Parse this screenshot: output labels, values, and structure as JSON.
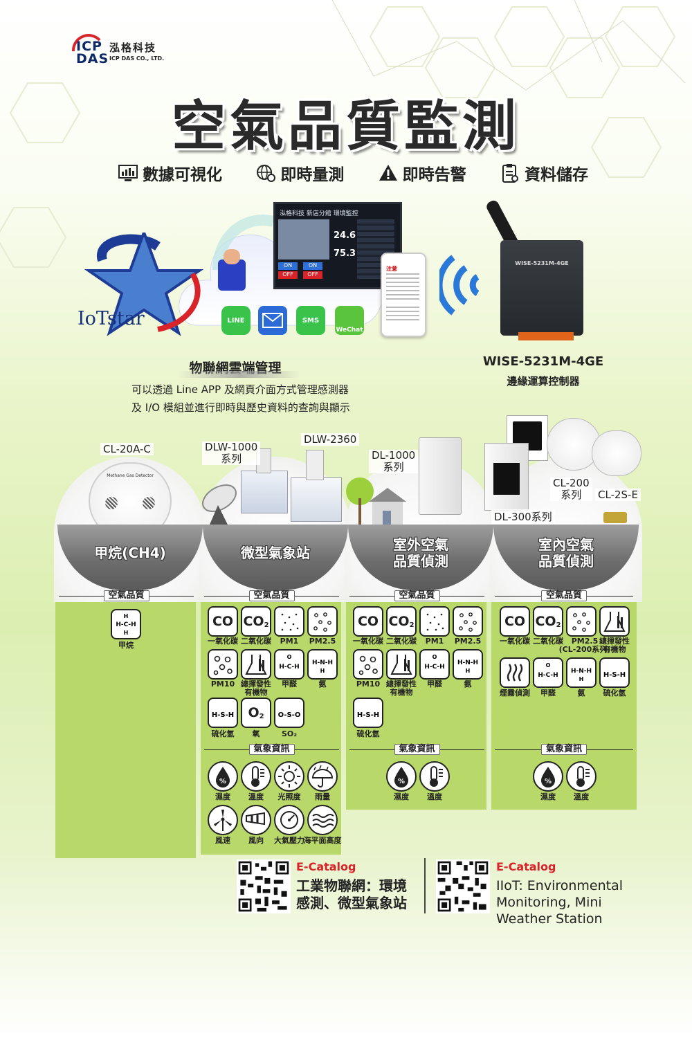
{
  "logo": {
    "mark_top": "ICP",
    "mark_bottom": "DAS",
    "cn": "泓格科技",
    "en": "ICP DAS CO., LTD."
  },
  "title": "空氣品質監測",
  "features": [
    {
      "icon": "monitor-chart-icon",
      "label": "數據可視化"
    },
    {
      "icon": "globe-gear-icon",
      "label": "即時量測"
    },
    {
      "icon": "warning-icon",
      "label": "即時告警"
    },
    {
      "icon": "clipboard-icon",
      "label": "資料儲存"
    }
  ],
  "hero": {
    "iot_logo": "IoTstar",
    "monitor_header": "泓格科技 新店分館 環境監控",
    "monitor_value_1": "24.6",
    "monitor_value_2": "75.3",
    "on": "ON",
    "off": "OFF",
    "phone_alert": "注意",
    "apps": [
      "LINE",
      "SMS",
      "WeChat"
    ],
    "cloud_title": "物聯網雲端管理",
    "cloud_desc": [
      "可以透過 Line APP 及網頁介面方式管理感測器",
      "及 I/O 模組並進行即時與歷史資料的查詢與顯示"
    ],
    "router_label": "WISE-5231M-4GE",
    "router_name": "WISE-5231M-4GE",
    "router_sub": "邊緣運算控制器"
  },
  "products": {
    "c1_model": "CL-20A-C",
    "c2_model_a": [
      "DLW-1000",
      "系列"
    ],
    "c2_model_b": "DLW-2360",
    "c3_model": [
      "DL-1000",
      "系列"
    ],
    "c4_model_a": [
      "CL-200",
      "系列"
    ],
    "c4_model_b": "CL-2S-E",
    "c4_model_c": "DL-300系列",
    "detector_label": "Methane Gas Detector"
  },
  "columns": [
    {
      "banner": [
        "甲烷(CH4)"
      ],
      "section": "空氣品質",
      "caps": [
        "甲烷"
      ]
    },
    {
      "banner": [
        "微型氣象站"
      ],
      "section": "空氣品質",
      "caps": [
        "一氧化碳",
        "二氧化碳",
        "PM1",
        "PM2.5",
        "PM10",
        "總揮發性\n有機物",
        "甲醛",
        "氨",
        "硫化氫",
        "氧",
        "SO₂"
      ],
      "section2": "氣象資訊",
      "caps2": [
        "濕度",
        "溫度",
        "光照度",
        "雨量",
        "風速",
        "風向",
        "大氣壓力",
        "海平面高度"
      ]
    },
    {
      "banner": [
        "室外空氣",
        "品質偵測"
      ],
      "section": "空氣品質",
      "caps": [
        "一氧化碳",
        "二氧化碳",
        "PM1",
        "PM2.5",
        "PM10",
        "總揮發性\n有機物",
        "甲醛",
        "氨",
        "硫化氫"
      ],
      "section2": "氣象資訊",
      "caps2": [
        "濕度",
        "溫度"
      ]
    },
    {
      "banner": [
        "室內空氣",
        "品質偵測"
      ],
      "section": "空氣品質",
      "caps": [
        "一氧化碳",
        "二氧化碳",
        "PM2.5\n(CL-200系列)",
        "總揮發性\n有機物",
        "煙霧偵測",
        "甲醛",
        "氨",
        "硫化氫"
      ],
      "section2": "氣象資訊",
      "caps2": [
        "濕度",
        "溫度"
      ]
    }
  ],
  "icon_text": {
    "co": "CO",
    "co2": "CO",
    "co2_sub": "2",
    "o2": "O",
    "o2_sub": "2"
  },
  "bottom": {
    "left_tag": "E-Catalog",
    "left_lines": [
      "工業物聯網：環境",
      "感測、微型氣象站"
    ],
    "right_tag": "E-Catalog",
    "right_lines": [
      "IIoT: Environmental",
      "Monitoring, Mini",
      "Weather Station"
    ]
  }
}
